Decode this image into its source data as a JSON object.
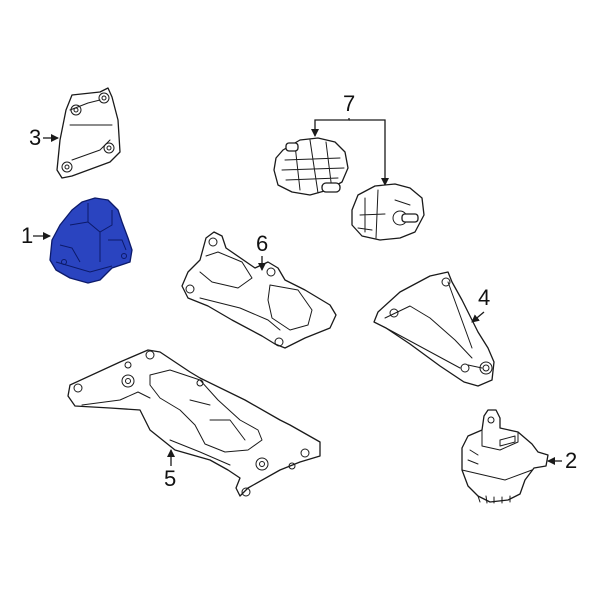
{
  "diagram": {
    "type": "exploded parts diagram",
    "highlight_color": "#2a44c0",
    "callouts": [
      {
        "number": "1",
        "part": "engine-mount",
        "highlighted": true
      },
      {
        "number": "2",
        "part": "engine-mount-right",
        "highlighted": false
      },
      {
        "number": "3",
        "part": "mount-bracket-plate",
        "highlighted": false
      },
      {
        "number": "4",
        "part": "support-bracket",
        "highlighted": false
      },
      {
        "number": "5",
        "part": "transmission-crossmember",
        "highlighted": false
      },
      {
        "number": "6",
        "part": "transmission-mount-bracket",
        "highlighted": false
      },
      {
        "number": "7",
        "part": "transmission-mounts-pair",
        "highlighted": false
      }
    ]
  },
  "labels": {
    "c1": "1",
    "c2": "2",
    "c3": "3",
    "c4": "4",
    "c5": "5",
    "c6": "6",
    "c7": "7"
  }
}
